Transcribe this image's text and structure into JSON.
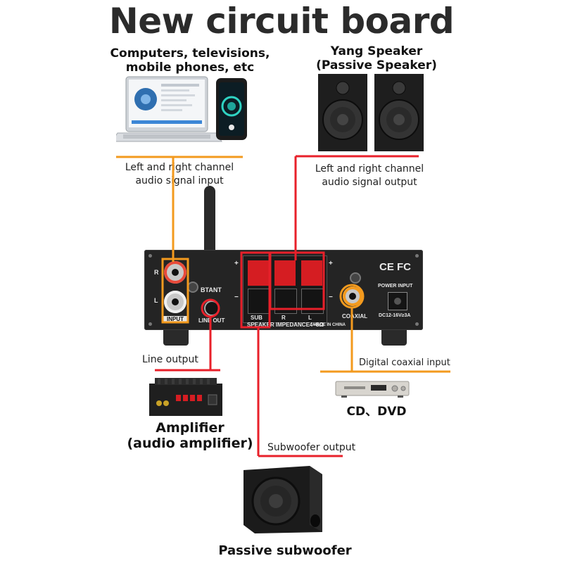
{
  "title": "New circuit board",
  "sources": {
    "label_line1": "Computers, televisions,",
    "label_line2": "mobile phones, etc",
    "signal_line1": "Left and right channel",
    "signal_line2": "audio signal input"
  },
  "speakers": {
    "label_line1": "Yang Speaker",
    "label_line2": "(Passive Speaker)",
    "signal_line1": "Left and right channel",
    "signal_line2": "audio signal output"
  },
  "panel": {
    "input_label": "INPUT",
    "r_mark": "R",
    "l_mark": "L",
    "btant": "BTANT",
    "line_out": "LINE OUT",
    "speaker_impedance": "SPEAKER IMPEDANCE4~8Ω",
    "sub_mark": "SUB",
    "ch_r": "R",
    "ch_l": "L",
    "plus": "+",
    "minus": "−",
    "coaxial": "COAXIAL",
    "made_in": "MADE IN CHINA",
    "cert": "CE FC",
    "power_input": "POWER INPUT",
    "power_spec": "DC12-16V≥3A"
  },
  "outputs": {
    "line_output": "Line output",
    "digital_coaxial": "Digital coaxial input",
    "subwoofer_output": "Subwoofer output"
  },
  "amplifier": {
    "label_line1": "Amplifier",
    "label_line2": "(audio amplifier)"
  },
  "cd": {
    "label": "CD、DVD"
  },
  "subwoofer": {
    "label": "Passive subwoofer"
  },
  "colors": {
    "orange": "#f39a1e",
    "red": "#e8202a",
    "panel": "#242424"
  }
}
